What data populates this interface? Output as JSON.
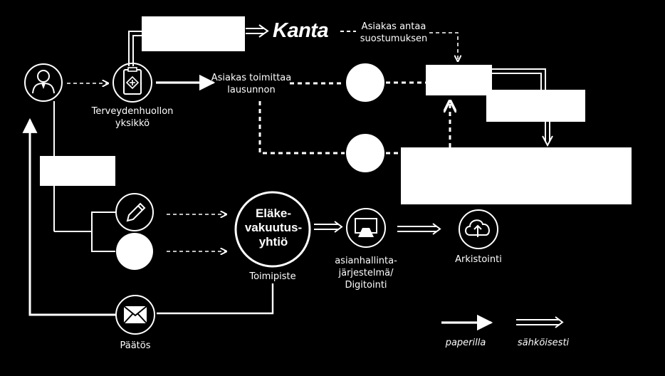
{
  "brand": {
    "kanta": "Kanta"
  },
  "labels": {
    "customer_consent": [
      "Asiakas antaa",
      "suostumuksen"
    ],
    "customer_delivers": [
      "Asiakas toimittaa",
      "lausunnon"
    ],
    "health_unit": [
      "Terveydenhuollon",
      "yksikkö"
    ],
    "pension_company": [
      "Eläke-",
      "vakuutus-",
      "yhtiö"
    ],
    "office": "Toimipiste",
    "case_system": [
      "asianhallinta-",
      "järjestelmä/",
      "Digitointi"
    ],
    "archiving": "Arkistointi",
    "decision": "Päätös"
  },
  "legend": {
    "paper": "paperilla",
    "electronic": "sähköisesti"
  },
  "colors": {
    "background": "#000000",
    "foreground": "#ffffff"
  }
}
